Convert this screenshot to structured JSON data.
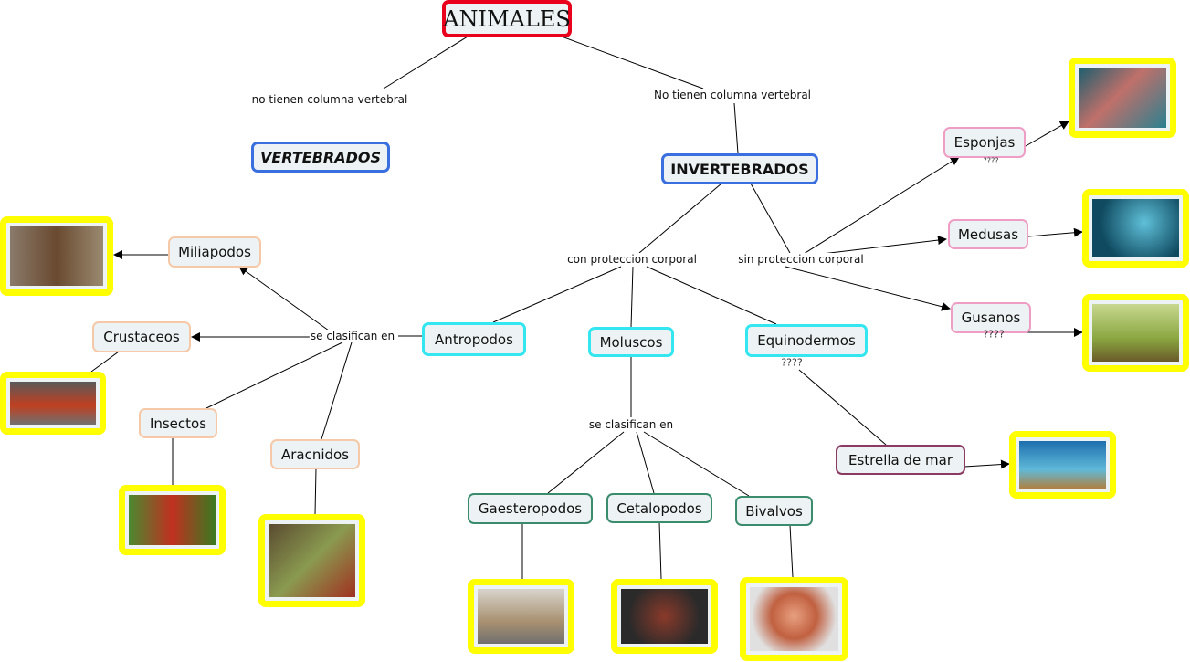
{
  "root": "ANIMALES",
  "links": {
    "vert": "no tienen columna vertebral",
    "invert": "No tienen columna vertebral",
    "con": "con proteccion corporal",
    "sin": "sin proteccion corporal",
    "clas1": "se clasifican en",
    "clas2": "se clasifican en"
  },
  "concepts": {
    "vertebrados": "VERTEBRADOS",
    "invertebrados": "INVERTEBRADOS",
    "esponjas": "Esponjas",
    "medusas": "Medusas",
    "gusanos": "Gusanos",
    "antropodos": "Antropodos",
    "moluscos": "Moluscos",
    "equinodermos": "Equinodermos",
    "estrella": "Estrella de mar",
    "miliapodos": "Miliapodos",
    "crustaceos": "Crustaceos",
    "insectos": "Insectos",
    "aracnidos": "Aracnidos",
    "gaesteropodos": "Gaesteropodos",
    "cetalopodos": "Cetalopodos",
    "bivalvos": "Bivalvos"
  },
  "unknown": {
    "esponjas": "????",
    "gusanos": "????",
    "equinodermos": "????"
  },
  "colors": {
    "root": "#e8001c",
    "blue": "#3a6fe0",
    "image_frame": "#ffff00"
  }
}
